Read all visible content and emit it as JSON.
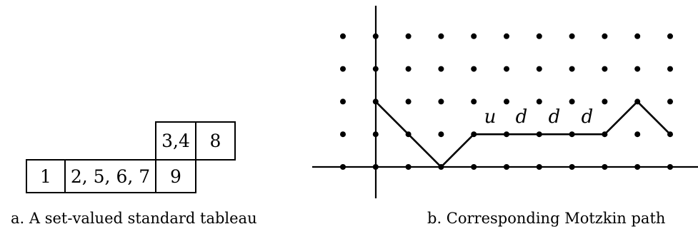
{
  "tableau": {
    "rows": [
      {
        "cells": [
          "1",
          "2, 5, 6, 7",
          "9"
        ]
      },
      {
        "cells": [
          "3,4",
          "8"
        ]
      }
    ]
  },
  "motzkin": {
    "step_labels": [
      "u",
      "d",
      "d",
      "d"
    ],
    "path_heights": [
      2,
      1,
      0,
      1,
      1,
      1,
      1,
      1,
      2,
      1
    ]
  },
  "captions": {
    "left": "a. A set-valued standard tableau",
    "right": "b. Corresponding Motzkin path"
  }
}
